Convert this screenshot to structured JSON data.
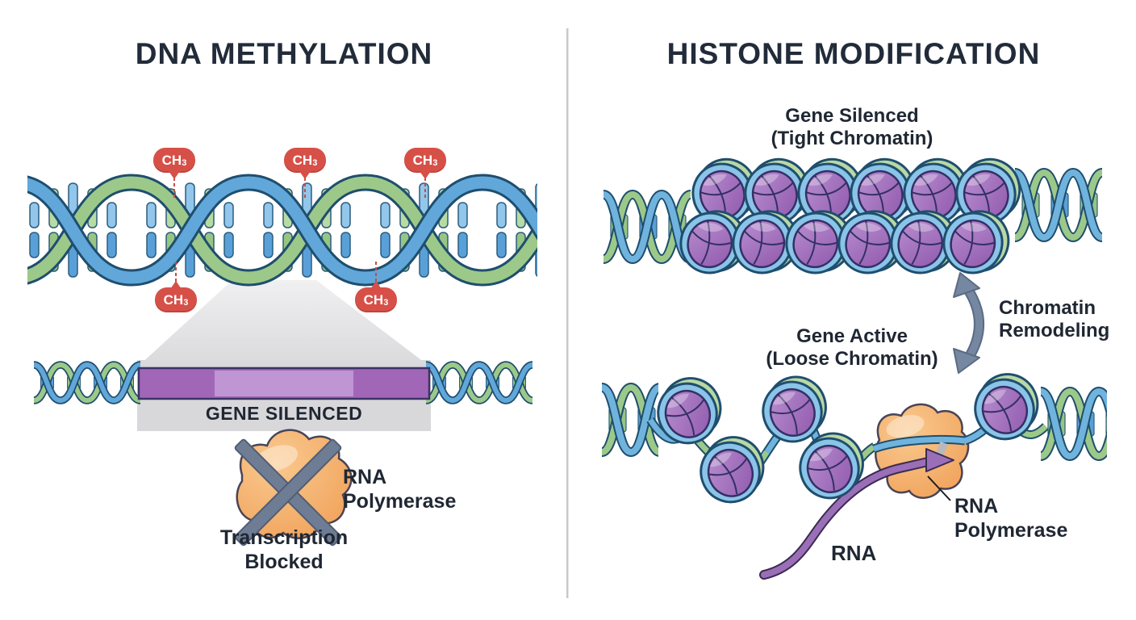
{
  "left_panel": {
    "title": "DNA METHYLATION",
    "methyl": {
      "main": "CH",
      "sub": "3"
    },
    "gene_bar_label": "GENE SILENCED",
    "polymerase_label": "RNA Polymerase",
    "blocked_label": "Transcription Blocked"
  },
  "right_panel": {
    "title": "HISTONE MODIFICATION",
    "silenced_label": "Gene Silenced (Tight Chromatin)",
    "remodeling_label": "Chromatin Remodeling",
    "active_label": "Gene Active (Loose Chromatin)",
    "polymerase_label": "RNA Polymerase",
    "rna_label": "RNA"
  },
  "colors": {
    "dna_blue": "#5aa0d8",
    "dna_blue_light": "#8ac4e8",
    "dna_green": "#9cc989",
    "dna_outline": "#1f4e6e",
    "methyl_red": "#d75048",
    "gene_bar_purple": "#a266b8",
    "gene_bar_purple_light": "#bf95d4",
    "backdrop_gray": "#d8d8db",
    "polymerase_orange": "#f3a660",
    "blocked_x_gray": "#6f7d94",
    "nucleosome_purple": "#a673c0",
    "rna_purple": "#9b6fb8",
    "arrow_gray": "#7688a1",
    "text_dark": "#222b3a"
  }
}
